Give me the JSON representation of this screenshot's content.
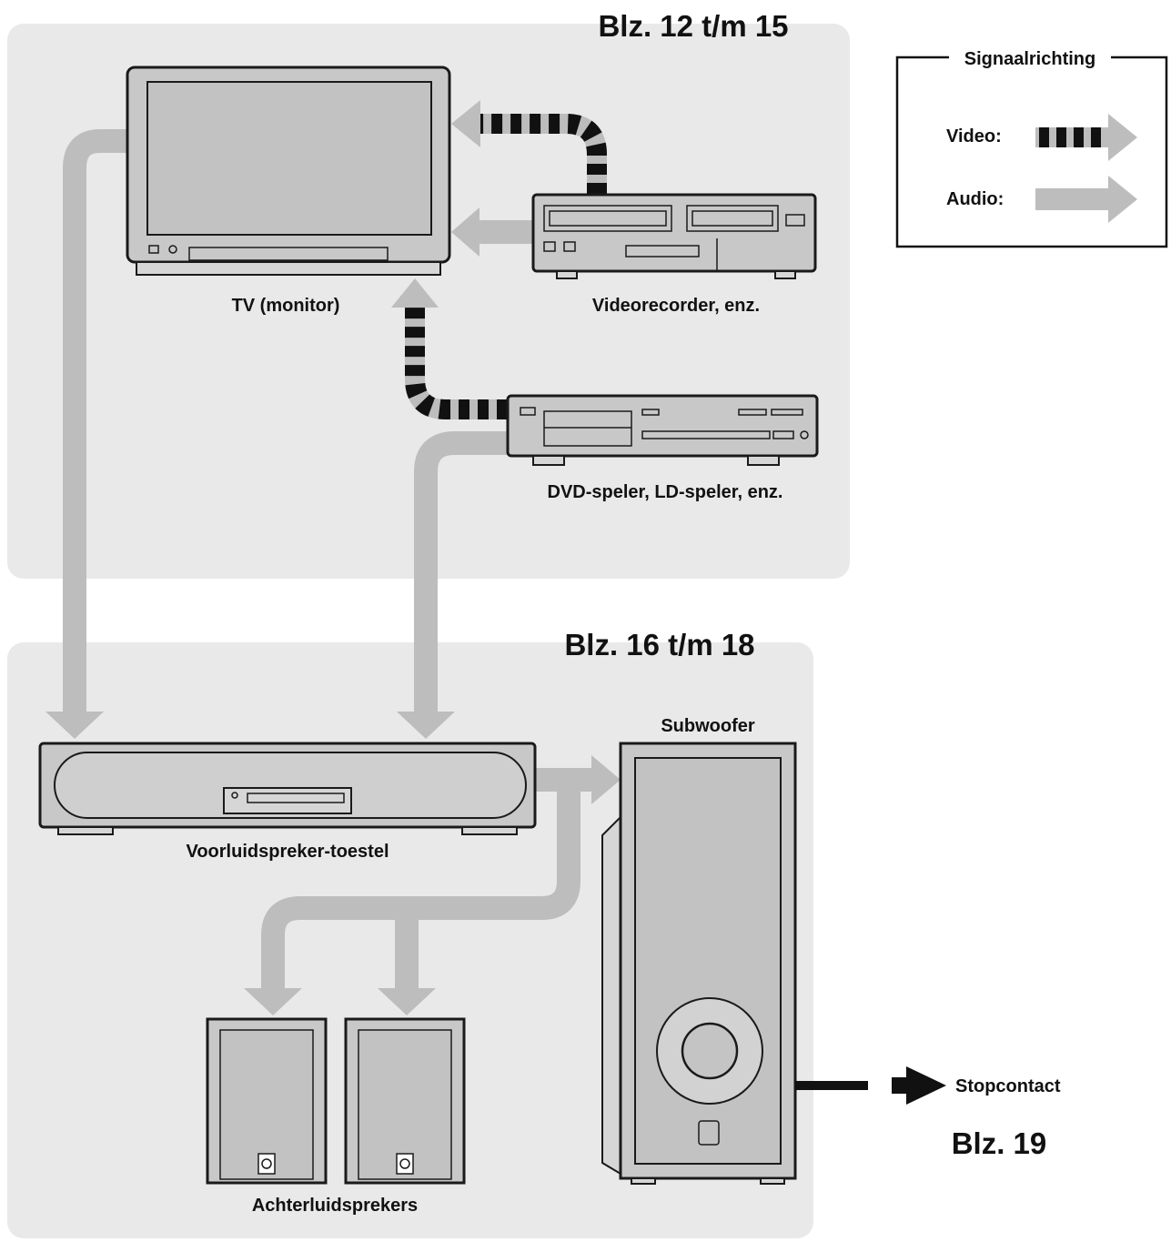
{
  "sections": {
    "top_page_ref": "Blz. 12 t/m 15",
    "bottom_page_ref": "Blz. 16 t/m 18",
    "power_page_ref": "Blz. 19"
  },
  "legend": {
    "title": "Signaalrichting",
    "video_label": "Video:",
    "audio_label": "Audio:"
  },
  "devices": {
    "tv": "TV (monitor)",
    "vcr": "Videorecorder, enz.",
    "dvd": "DVD-speler, LD-speler, enz.",
    "front_speaker": "Voorluidspreker-toestel",
    "subwoofer": "Subwoofer",
    "rear_speakers": "Achterluidsprekers",
    "power_outlet": "Stopcontact"
  },
  "colors": {
    "section_bg": "#e9e9e9",
    "audio_arrow": "#bdbdbd",
    "video_dash": "#111111"
  }
}
